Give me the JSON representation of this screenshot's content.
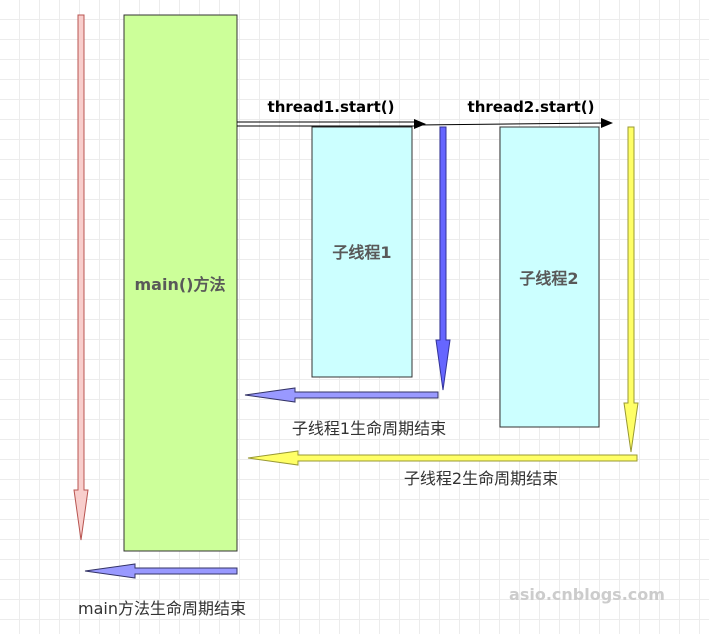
{
  "boxes": {
    "main": {
      "label": "main()方法",
      "fill": "#ccff99",
      "text_color": "#595959"
    },
    "thread1": {
      "label": "子线程1",
      "fill": "#ccffff",
      "text_color": "#595959"
    },
    "thread2": {
      "label": "子线程2",
      "fill": "#ccffff",
      "text_color": "#595959"
    }
  },
  "calls": {
    "thread1_start": "thread1.start()",
    "thread2_start": "thread2.start()"
  },
  "end_labels": {
    "thread1": "子线程1生命周期结束",
    "thread2": "子线程2生命周期结束",
    "main": "main方法生命周期结束"
  },
  "watermark": "asio.cnblogs.com",
  "colors": {
    "main_lifeline": "#f8cecc",
    "thread1_lifeline": "#6666ff",
    "thread2_lifeline": "#ffff66",
    "return_arrow": "#9999ff",
    "thread2_return": "#ffff66"
  }
}
